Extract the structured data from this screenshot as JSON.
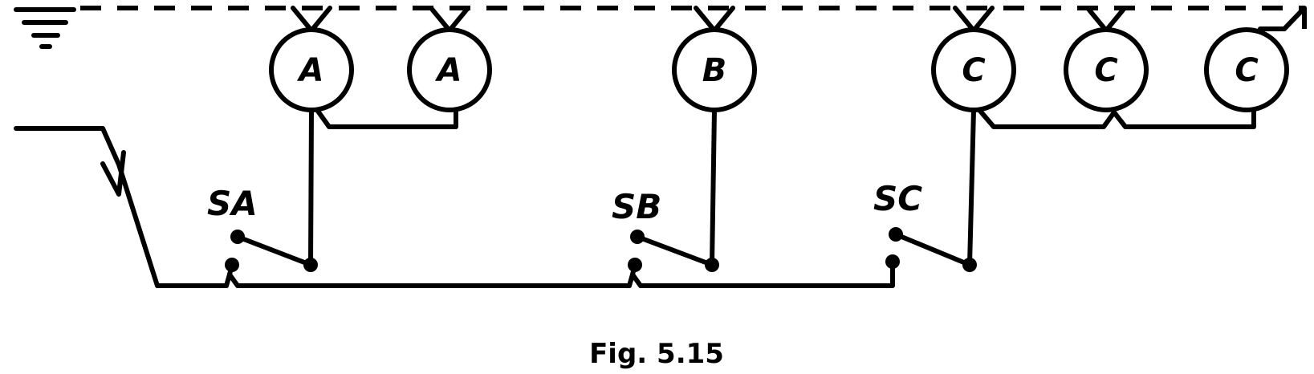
{
  "diagram": {
    "caption": "Fig. 5.15",
    "lamps": [
      {
        "label": "A"
      },
      {
        "label": "A"
      },
      {
        "label": "B"
      },
      {
        "label": "C"
      },
      {
        "label": "C"
      },
      {
        "label": "C"
      }
    ],
    "switches": [
      {
        "label": "SA"
      },
      {
        "label": "SB"
      },
      {
        "label": "SC"
      }
    ]
  }
}
